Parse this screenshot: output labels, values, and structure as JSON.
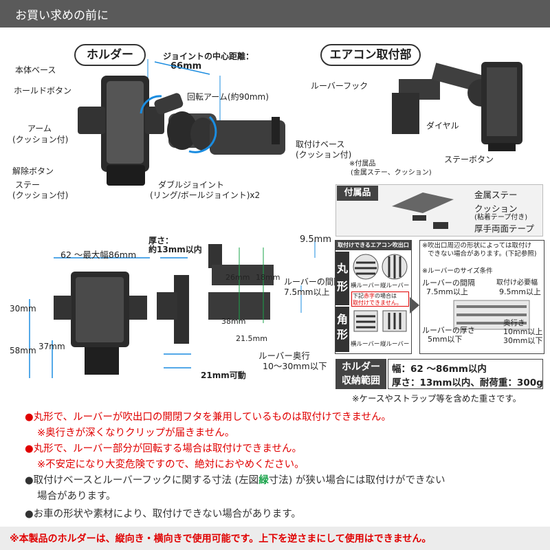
{
  "header": {
    "title": "お買い求めの前に"
  },
  "holder_section": {
    "title": "ホルダー",
    "joint_label": "ジョイントの中心距離：",
    "joint_value": "66mm",
    "labels": {
      "body_base": "本体ベース",
      "hold_button": "ホールドボタン",
      "arm": "アーム",
      "arm_sub": "(クッション付)",
      "release_button": "解除ボタン",
      "stay": "ステー",
      "stay_sub": "(クッション付)",
      "rotating_arm": "回転アーム(約90mm)",
      "mount_base": "取付けベース",
      "mount_base_sub": "(クッション付)",
      "double_joint": "ダブルジョイント",
      "double_joint_sub": "(リング/ボールジョイント)x2"
    }
  },
  "aircon_section": {
    "title": "エアコン取付部",
    "labels": {
      "louver_hook": "ルーバーフック",
      "dial": "ダイヤル",
      "accessory_note": "※付属品",
      "accessory_note_sub": "(金属ステー、クッション)",
      "stay_button": "ステーボタン"
    }
  },
  "accessories": {
    "title": "付属品",
    "metal_stay": "金属ステー",
    "cushion": "クッション",
    "cushion_sub": "(粘着テープ付き)",
    "tape": "厚手両面テープ"
  },
  "dimensions": {
    "width_label": "62 ～最大幅86mm",
    "thickness_label": "厚さ：",
    "thickness_value": "約13mm以内",
    "d30": "30mm",
    "d58": "58mm",
    "d37": "37mm",
    "d21": "21mm可動",
    "d9_5": "9.5mm",
    "d26": "26mm",
    "d18": "18mm",
    "d38": "38mm",
    "d21_5": "21.5mm",
    "louver_gap": "ルーバーの間隔",
    "louver_gap_value": "7.5mm以上",
    "louver_depth": "ルーバー奥行",
    "louver_depth_value": "10～30mm以下"
  },
  "vent_box": {
    "title": "取付けできるエアコン吹出口",
    "round": "丸形",
    "square": "角形",
    "horizontal": "横ルーバー",
    "vertical": "縦ルーバー",
    "red_note_1": "下記",
    "red_note_red": "赤字",
    "red_note_2": "の場合は",
    "red_note_3": "取付けできません。"
  },
  "conditions": {
    "note1": "※吹出口周辺の形状によっては取付け",
    "note2": "できない場合があります。(下記参照)",
    "size_title": "※ルーバーのサイズ条件",
    "gap": "ルーバーの間隔",
    "gap_val": "7.5mm以上",
    "need_width": "取付け必要幅",
    "need_width_val": "9.5mm以上",
    "thickness": "ルーバーの厚さ",
    "thickness_val": "5mm以下",
    "depth": "奥行き",
    "depth_val1": "10mm以上",
    "depth_val2": "30mm以下"
  },
  "storage": {
    "label_1": "ホルダー",
    "label_2": "収納範囲",
    "width": "幅：62 ～86mm以内",
    "thickness": "厚さ：13mm以内、耐荷重：300g",
    "note": "※ケースやストラップ等を含めた重さです。"
  },
  "notes": {
    "n1": "丸形で、ルーバーが吹出口の開閉フタを兼用しているものは取付けできません。",
    "n1_sub": "※奥行きが深くなりクリップが届きません。",
    "n2": "丸形で、ルーバー部分が回転する場合は取付けできません。",
    "n2_sub": "※不安定になり大変危険ですので、絶対におやめください。",
    "n3_a": "取付けベースとルーバーフックに関する寸法 (左図",
    "n3_green": "緑",
    "n3_b": "寸法) が狭い場合には取付けができない",
    "n3_c": "場合があります。",
    "n4": "お車の形状や素材により、取付けできない場合があります。",
    "bottom": "※本製品のホルダーは、縦向き・横向きで使用可能です。上下を逆さまにして使用はできません。"
  },
  "colors": {
    "accent_red": "#e00000",
    "blue": "#1a8ce0",
    "green": "#1aa34a",
    "header_gray": "#5a5a5a"
  }
}
